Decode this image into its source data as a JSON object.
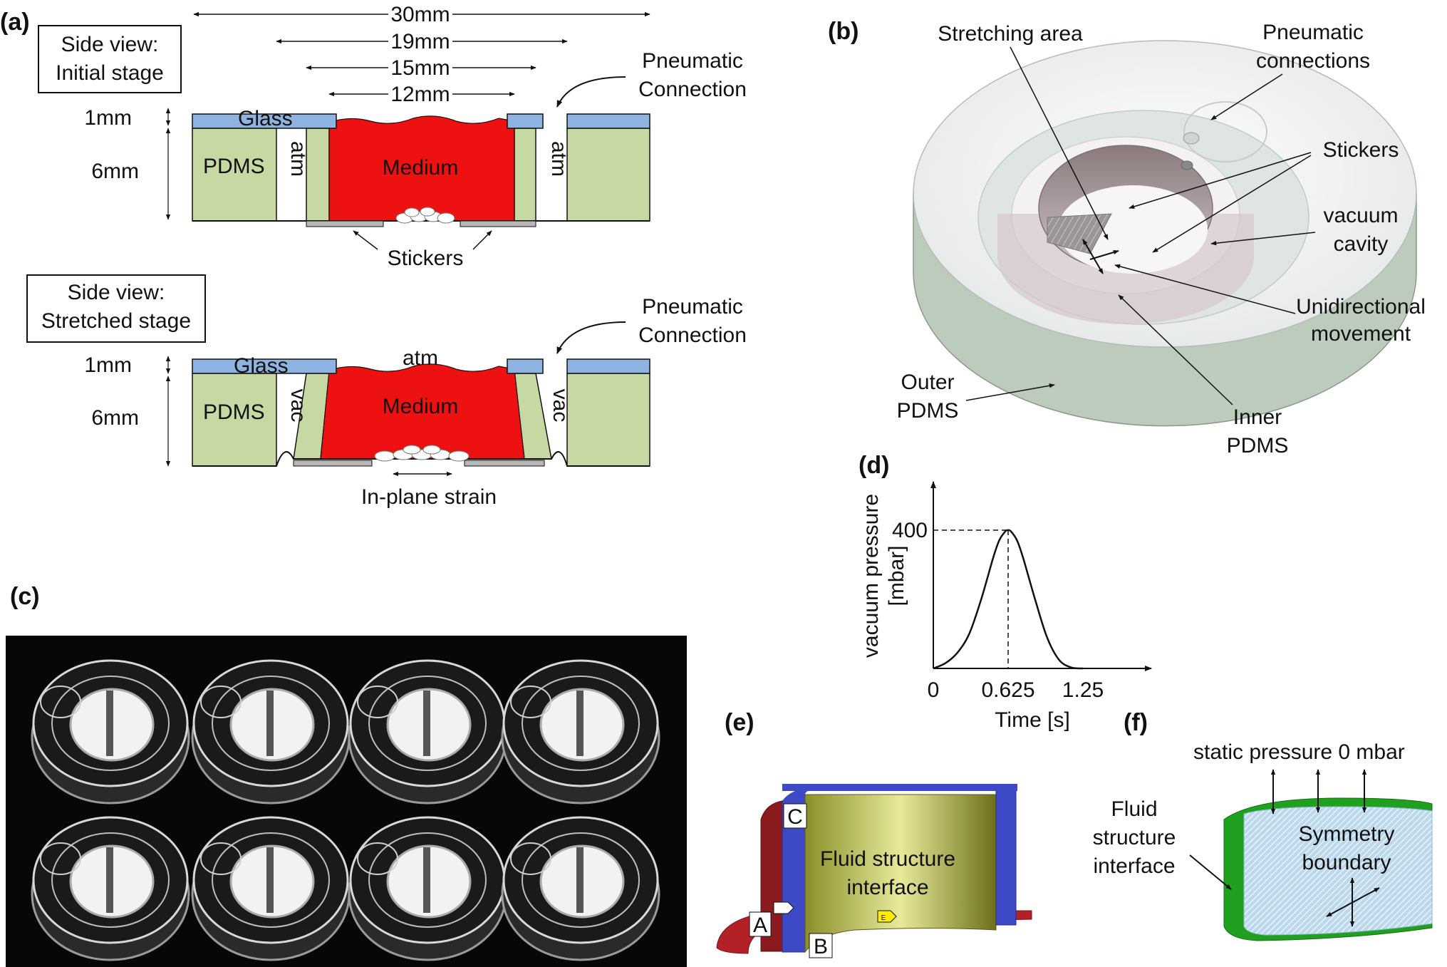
{
  "panels": {
    "a": "(a)",
    "b": "(b)",
    "c": "(c)",
    "d": "(d)",
    "e": "(e)",
    "f": "(f)"
  },
  "panel_a": {
    "initial_box": [
      "Side view:",
      "Initial stage"
    ],
    "stretched_box": [
      "Side view:",
      "Stretched stage"
    ],
    "dims": [
      "30mm",
      "19mm",
      "15mm",
      "12mm"
    ],
    "thickness_glass": "1mm",
    "thickness_pdms": "6mm",
    "glass": "Glass",
    "pdms": "PDMS",
    "medium": "Medium",
    "atm": "atm",
    "vac": "vac",
    "pneumatic": [
      "Pneumatic",
      "Connection"
    ],
    "stickers": "Stickers",
    "inplane": "In-plane strain",
    "colors": {
      "glass": "#8fb3e0",
      "pdms": "#c6d9a3",
      "medium": "#ee1111",
      "sticker": "#b8b8b8"
    }
  },
  "panel_b": {
    "stretching_area": "Stretching area",
    "pneumatic_connections": [
      "Pneumatic",
      "connections"
    ],
    "stickers": "Stickers",
    "vacuum_cavity": [
      "vacuum",
      "cavity"
    ],
    "unidirectional": [
      "Unidirectional",
      "movement"
    ],
    "outer_pdms": [
      "Outer",
      "PDMS"
    ],
    "inner_pdms": [
      "Inner",
      "PDMS"
    ]
  },
  "chart_data": {
    "type": "line",
    "ylabel": [
      "vacuum pressure",
      "[mbar]"
    ],
    "xlabel": "Time [s]",
    "x_ticks": [
      "0",
      "0.625",
      "1.25"
    ],
    "y_ticks": [
      "400"
    ],
    "xlim": [
      0,
      1.25
    ],
    "ylim": [
      0,
      400
    ],
    "peak": {
      "x": 0.625,
      "y": 400
    },
    "x": [
      0,
      0.1,
      0.2,
      0.3,
      0.4,
      0.5,
      0.55,
      0.6,
      0.625,
      0.65,
      0.7,
      0.75,
      0.85,
      0.95,
      1.05,
      1.15,
      1.25
    ],
    "y": [
      0,
      15,
      45,
      100,
      200,
      320,
      370,
      396,
      400,
      396,
      370,
      320,
      200,
      90,
      25,
      3,
      0
    ]
  },
  "panel_e": {
    "label_c": "C",
    "label_a": "A",
    "label_b": "B",
    "marker_e": "E",
    "fsi": [
      "Fluid structure",
      "interface"
    ]
  },
  "panel_f": {
    "static_pressure": "static pressure 0 mbar",
    "fsi": [
      "Fluid",
      "structure",
      "interface"
    ],
    "symmetry": [
      "Symmetry",
      "boundary"
    ]
  }
}
